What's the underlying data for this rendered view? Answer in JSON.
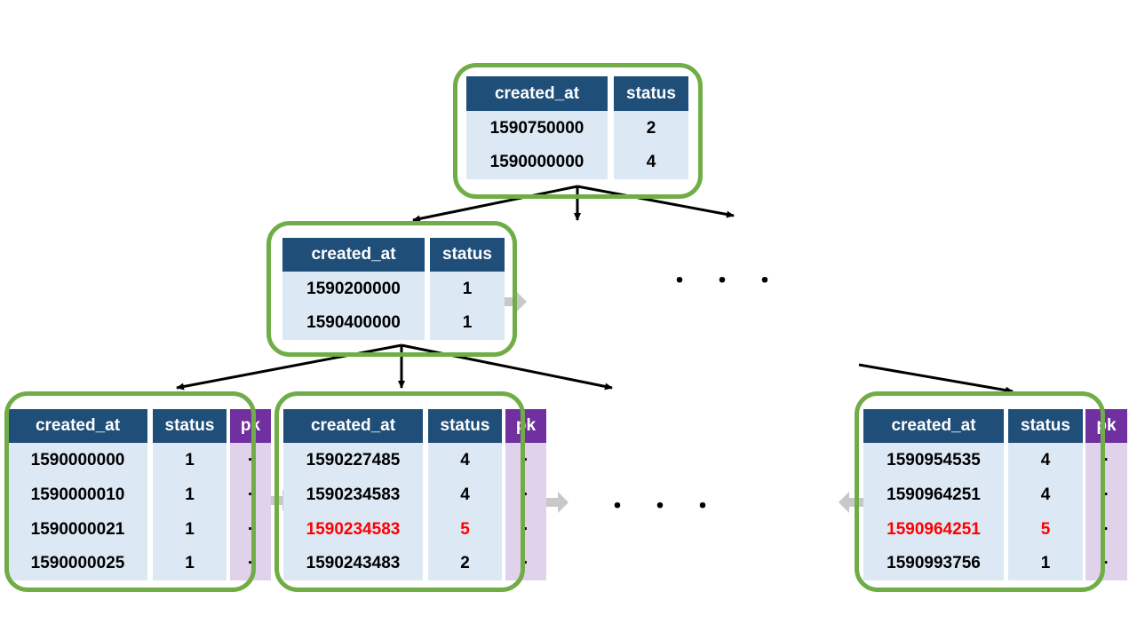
{
  "columns": {
    "created_at": "created_at",
    "status": "status",
    "pk": "pk"
  },
  "root": {
    "rows": [
      {
        "created_at": "1590750000",
        "status": "2"
      },
      {
        "created_at": "1590000000",
        "status": "4"
      }
    ]
  },
  "mid": {
    "rows": [
      {
        "created_at": "1590200000",
        "status": "1"
      },
      {
        "created_at": "1590400000",
        "status": "1"
      }
    ]
  },
  "leaf1": {
    "rows": [
      {
        "created_at": "1590000000",
        "status": "1",
        "pk": "·"
      },
      {
        "created_at": "1590000010",
        "status": "1",
        "pk": "·"
      },
      {
        "created_at": "1590000021",
        "status": "1",
        "pk": "·"
      },
      {
        "created_at": "1590000025",
        "status": "1",
        "pk": "·"
      }
    ]
  },
  "leaf2": {
    "rows": [
      {
        "created_at": "1590227485",
        "status": "4",
        "pk": "·"
      },
      {
        "created_at": "1590234583",
        "status": "4",
        "pk": "·"
      },
      {
        "created_at": "1590234583",
        "status": "5",
        "pk": "·",
        "highlight": true
      },
      {
        "created_at": "1590243483",
        "status": "2",
        "pk": "·"
      }
    ]
  },
  "leaf3": {
    "rows": [
      {
        "created_at": "1590954535",
        "status": "4",
        "pk": "·"
      },
      {
        "created_at": "1590964251",
        "status": "4",
        "pk": "·"
      },
      {
        "created_at": "1590964251",
        "status": "5",
        "pk": "·",
        "highlight": true
      },
      {
        "created_at": "1590993756",
        "status": "1",
        "pk": "·"
      }
    ]
  },
  "ellipsis": "・・・",
  "colors": {
    "frame": "#70ad47",
    "header": "#1f4e79",
    "cell": "#dde8f5",
    "pk_header": "#7030a0",
    "pk_cell": "#e1d2ec",
    "highlight": "#ff0000",
    "sibling_arrow": "#c8c8c8"
  }
}
